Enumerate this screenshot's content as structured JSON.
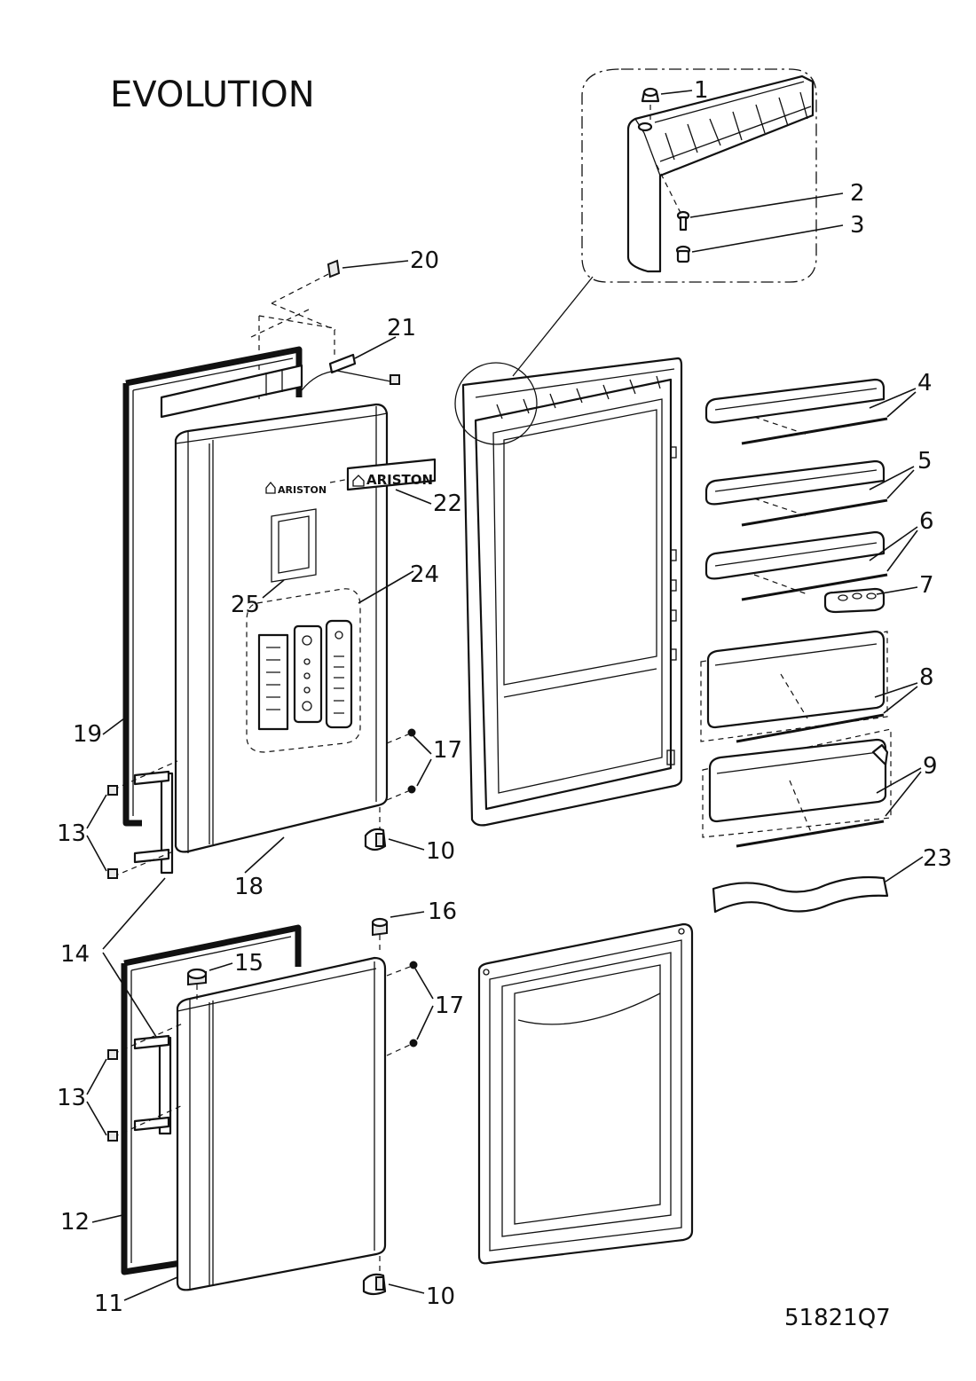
{
  "title": "EVOLUTION",
  "drawing_code": "51821Q7",
  "brand_logo_small": "ARISTON",
  "brand_logo_label": "ARISTON",
  "callouts": {
    "c1": "1",
    "c2": "2",
    "c3": "3",
    "c4": "4",
    "c5": "5",
    "c6": "6",
    "c7": "7",
    "c8": "8",
    "c9": "9",
    "c10a": "10",
    "c10b": "10",
    "c11": "11",
    "c12": "12",
    "c13a": "13",
    "c13b": "13",
    "c14": "14",
    "c15": "15",
    "c16": "16",
    "c17a": "17",
    "c17b": "17",
    "c18": "18",
    "c19": "19",
    "c20": "20",
    "c21": "21",
    "c22": "22",
    "c23": "23",
    "c24": "24",
    "c25": "25"
  }
}
